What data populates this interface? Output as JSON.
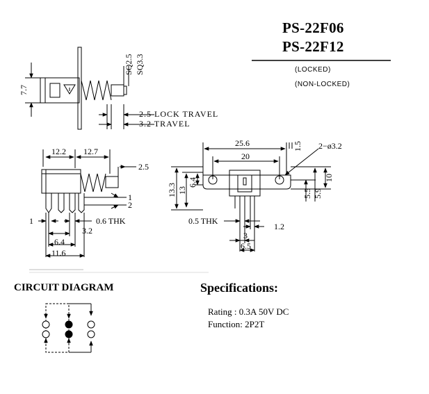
{
  "titles": {
    "model_1": "PS-22F06",
    "model_2": "PS-22F12",
    "locked": "(LOCKED)",
    "non_locked": "(NON-LOCKED)"
  },
  "side_view": {
    "dim_height": "7.7",
    "dim_sq1": "SQ2.5",
    "dim_sq2": "SQ3.3",
    "lock_travel": "2.5 LOCK TRAVEL",
    "travel": "3.2 TRAVEL"
  },
  "front_view": {
    "dim_a": "12.2",
    "dim_b": "12.7",
    "dim_c": "2.5",
    "dim_d": "1",
    "dim_e": "2",
    "dim_f": "1",
    "thk": "0.6 THK",
    "dim_g": "3.2",
    "dim_h": "6.4",
    "dim_i": "11.6"
  },
  "bracket_view": {
    "width": "25.6",
    "inner": "20",
    "edge": "1.5",
    "holes": "2−ø3.2",
    "h1": "13.3",
    "h2": "13",
    "h3": "6.4",
    "r1": "5.5",
    "r2": "5.9",
    "r3": "10",
    "thk": "0.5 THK",
    "p1": "1.2",
    "p2": "3",
    "p3": "6.5"
  },
  "circuit": {
    "title": "CIRCUIT DIAGRAM"
  },
  "specs": {
    "title": "Specifications:",
    "rating": "Rating : 0.3A 50V DC",
    "function": "Function: 2P2T"
  }
}
